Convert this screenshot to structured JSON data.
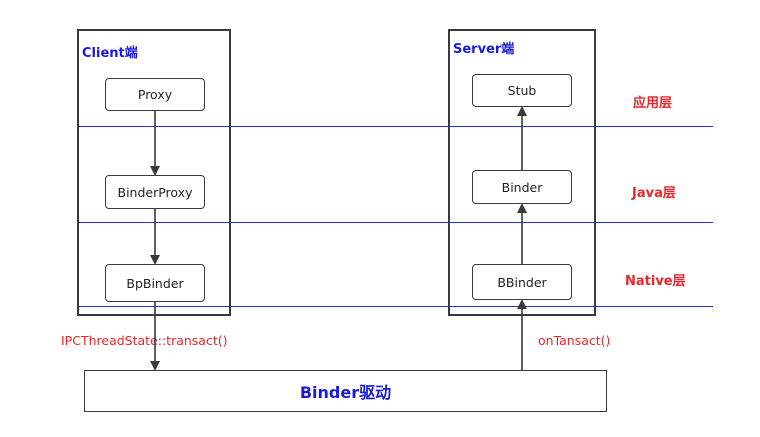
{
  "client": {
    "title": "Client端",
    "nodes": [
      "Proxy",
      "BinderProxy",
      "BpBinder"
    ]
  },
  "server": {
    "title": "Server端",
    "nodes": [
      "Stub",
      "Binder",
      "BBinder"
    ]
  },
  "layers": [
    "应用层",
    "Java层",
    "Native层"
  ],
  "calls": {
    "client_call": "IPCThreadState::transact()",
    "server_call": "onTansact()"
  },
  "driver": {
    "label": "Binder驱动"
  },
  "colors": {
    "layer_line": "#2a2fd0",
    "side_title": "#1a1ad6",
    "layer_label": "#e8262b",
    "border": "#3a3a3a"
  }
}
